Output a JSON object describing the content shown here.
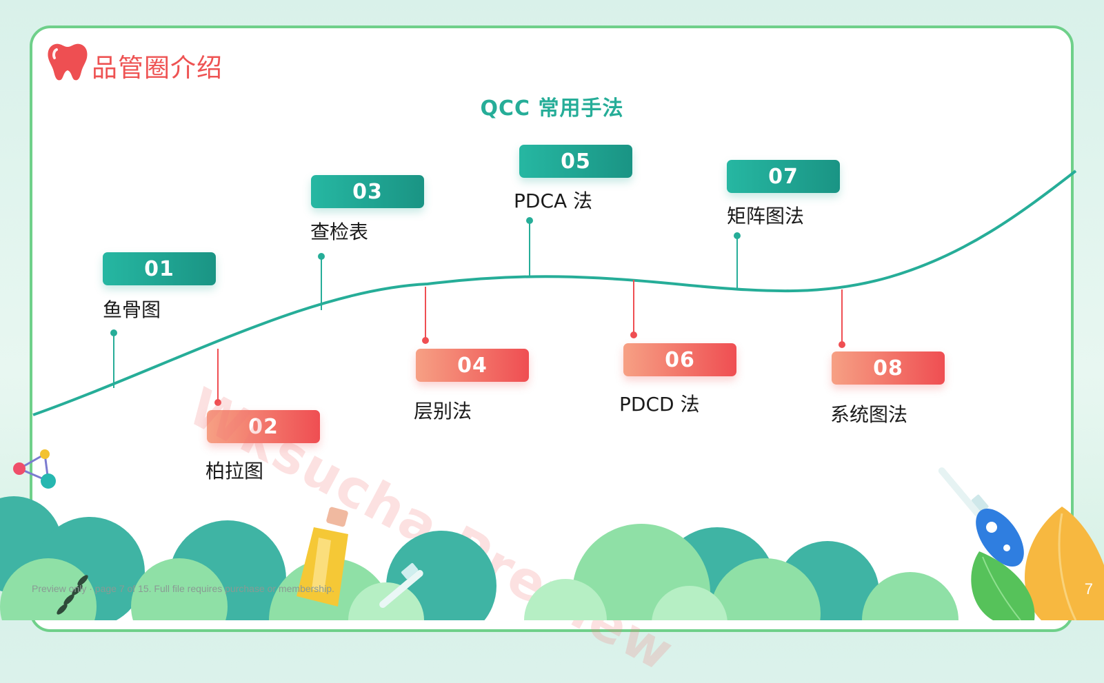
{
  "header": {
    "brand_title": "品管圈介绍"
  },
  "section": {
    "subtitle": "QCC 常用手法"
  },
  "steps": [
    {
      "number": "01",
      "label": "鱼骨图"
    },
    {
      "number": "02",
      "label": "柏拉图"
    },
    {
      "number": "03",
      "label": "查检表"
    },
    {
      "number": "04",
      "label": "层别法"
    },
    {
      "number": "05",
      "label": "PDCA 法"
    },
    {
      "number": "06",
      "label": "PDCD 法"
    },
    {
      "number": "07",
      "label": "矩阵图法"
    },
    {
      "number": "08",
      "label": "系统图法"
    }
  ],
  "watermark": "Wksucha Preview",
  "footer": {
    "note": "Preview only · page 7 of 15. Full file requires purchase or membership.",
    "page_number": "7"
  },
  "colors": {
    "teal": "#26ad98",
    "red": "#ef4e52",
    "border_green": "#6fd08a",
    "title_red": "#ee5353"
  },
  "icons": [
    "tooth-logo-icon",
    "molecule-icon",
    "toothpaste-icon",
    "toothbrush-icon",
    "rocket-icon",
    "leaf-icon"
  ]
}
